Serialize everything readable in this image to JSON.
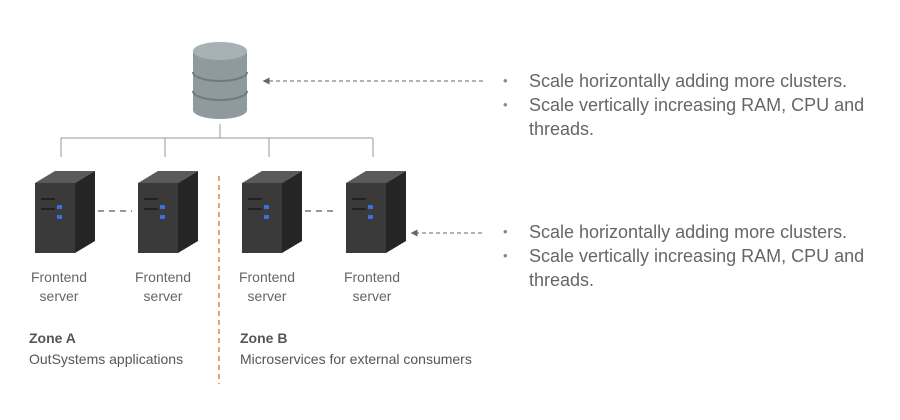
{
  "database": {
    "icon": "database-icon",
    "color": "#8e9a9d"
  },
  "servers": [
    {
      "line1": "Frontend",
      "line2": "server"
    },
    {
      "line1": "Frontend",
      "line2": "server"
    },
    {
      "line1": "Frontend",
      "line2": "server"
    },
    {
      "line1": "Frontend",
      "line2": "server"
    }
  ],
  "zones": [
    {
      "title": "Zone A",
      "description": "OutSystems applications"
    },
    {
      "title": "Zone B",
      "description": "Microservices for external consumers"
    }
  ],
  "database_notes": [
    "Scale horizontally adding more clusters.",
    "Scale vertically increasing RAM, CPU and threads."
  ],
  "server_notes": [
    "Scale horizontally adding more clusters.",
    "Scale vertically increasing RAM, CPU and threads."
  ],
  "colors": {
    "zone_divider": "#e8a36e",
    "connector": "#999999",
    "server_body": "#3a3a3a",
    "server_led": "#3b6fd9"
  }
}
